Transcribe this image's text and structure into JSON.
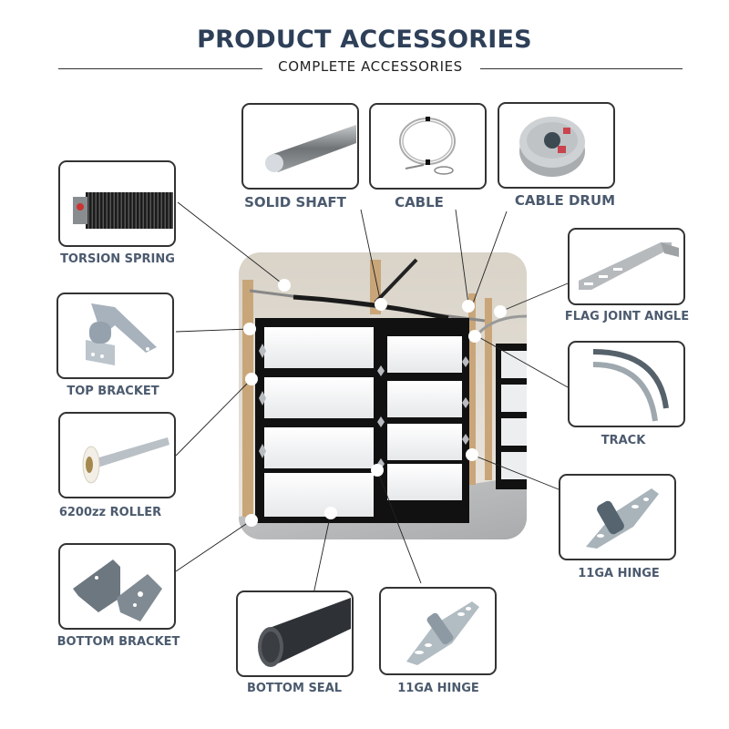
{
  "header": {
    "title": "PRODUCT ACCESSORIES",
    "subtitle": "COMPLETE ACCESSORIES"
  },
  "colors": {
    "title": "#2e3f58",
    "label": "#4b5a6e",
    "box_border": "#333333"
  },
  "accessories": [
    {
      "id": "solid-shaft",
      "label": "SOLID SHAFT"
    },
    {
      "id": "cable",
      "label": "CABLE"
    },
    {
      "id": "cable-drum",
      "label": "CABLE DRUM"
    },
    {
      "id": "torsion-spring",
      "label": "TORSION SPRING"
    },
    {
      "id": "flag-joint-angle",
      "label": "FLAG JOINT ANGLE"
    },
    {
      "id": "top-bracket",
      "label": "TOP BRACKET"
    },
    {
      "id": "track",
      "label": "TRACK"
    },
    {
      "id": "roller",
      "label": "6200zz ROLLER"
    },
    {
      "id": "hinge-right",
      "label": "11GA HINGE"
    },
    {
      "id": "bottom-bracket",
      "label": "BOTTOM BRACKET"
    },
    {
      "id": "bottom-seal",
      "label": "BOTTOM SEAL"
    },
    {
      "id": "hinge-bottom",
      "label": "11GA HINGE"
    }
  ],
  "center_image": {
    "description": "garage-door-interior-photo"
  }
}
